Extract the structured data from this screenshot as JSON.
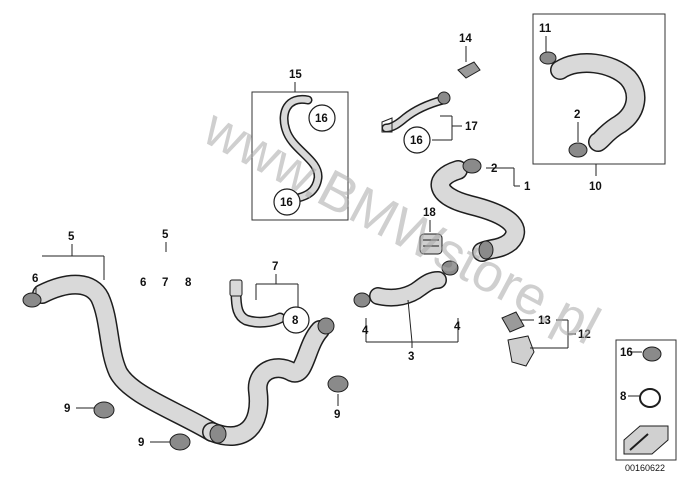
{
  "colors": {
    "hose_fill": "#d9d9d9",
    "hose_edge": "#1e1e1e",
    "clamp_fill": "#8a8a8a",
    "box_edge": "#333333",
    "watermark": "#a9a9a9"
  },
  "watermark": {
    "text": "www.BMWstore.pl"
  },
  "diagram_code": "00160622",
  "callouts": {
    "c1": "1",
    "c2a": "2",
    "c2b": "2",
    "c3": "3",
    "c4a": "4",
    "c4b": "4",
    "c5a": "5",
    "c5b": "5",
    "c6a": "6",
    "c6b": "6",
    "c7a": "7",
    "c7b": "7",
    "c8a": "8",
    "c8b": "8",
    "c8c": "8",
    "c9a": "9",
    "c9b": "9",
    "c9c": "9",
    "c10": "10",
    "c11": "11",
    "c12": "12",
    "c13": "13",
    "c14": "14",
    "c15": "15",
    "c16a": "16",
    "c16b": "16",
    "c16c": "16",
    "c16d": "16",
    "c17": "17",
    "c18": "18"
  }
}
